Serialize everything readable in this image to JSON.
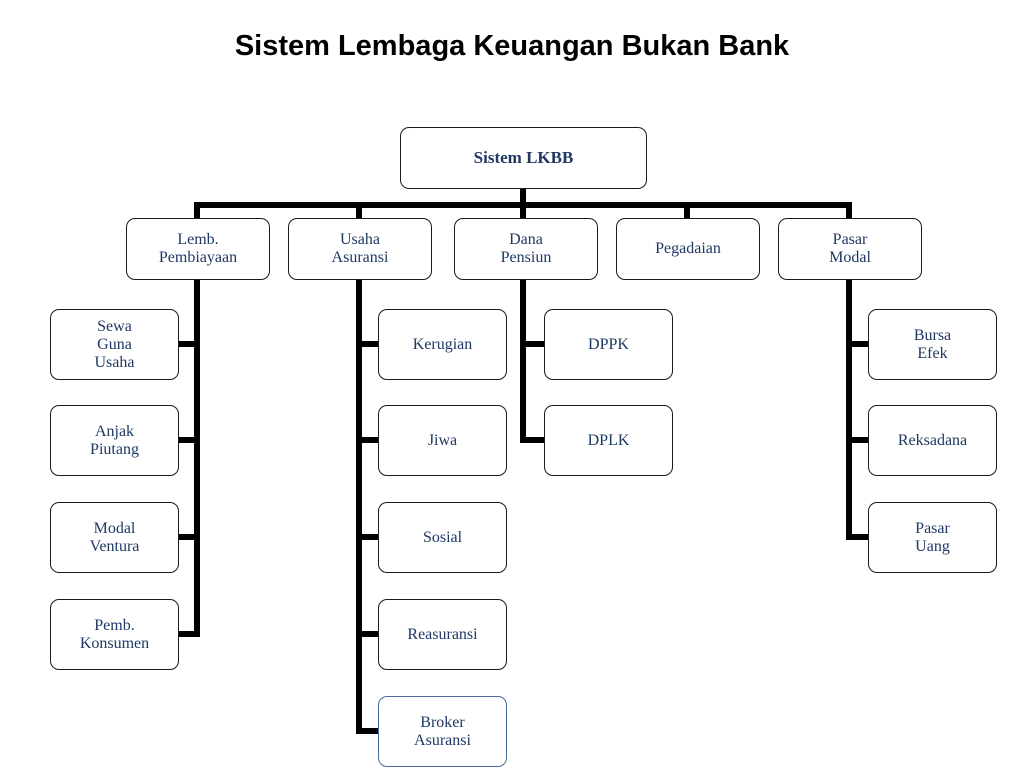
{
  "title": "Sistem Lembaga Keuangan Bukan Bank",
  "root": {
    "label": "Sistem LKBB"
  },
  "branches": [
    {
      "label": "Lemb.\nPembiayaan",
      "children": [
        "Sewa\nGuna\nUsaha",
        "Anjak\nPiutang",
        "Modal\nVentura",
        "Pemb.\nKonsumen"
      ]
    },
    {
      "label": "Usaha\nAsuransi",
      "children": [
        "Kerugian",
        "Jiwa",
        "Sosial",
        "Reasuransi",
        "Broker\nAsuransi"
      ]
    },
    {
      "label": "Dana\nPensiun",
      "children": [
        "DPPK",
        "DPLK"
      ]
    },
    {
      "label": "Pegadaian",
      "children": []
    },
    {
      "label": "Pasar\nModal",
      "children": [
        "Bursa\nEfek",
        "Reksadana",
        "Pasar\nUang"
      ]
    }
  ],
  "colors": {
    "node_text": "#1f3864",
    "node_border": "#1a1a1a",
    "connector": "#000000"
  }
}
